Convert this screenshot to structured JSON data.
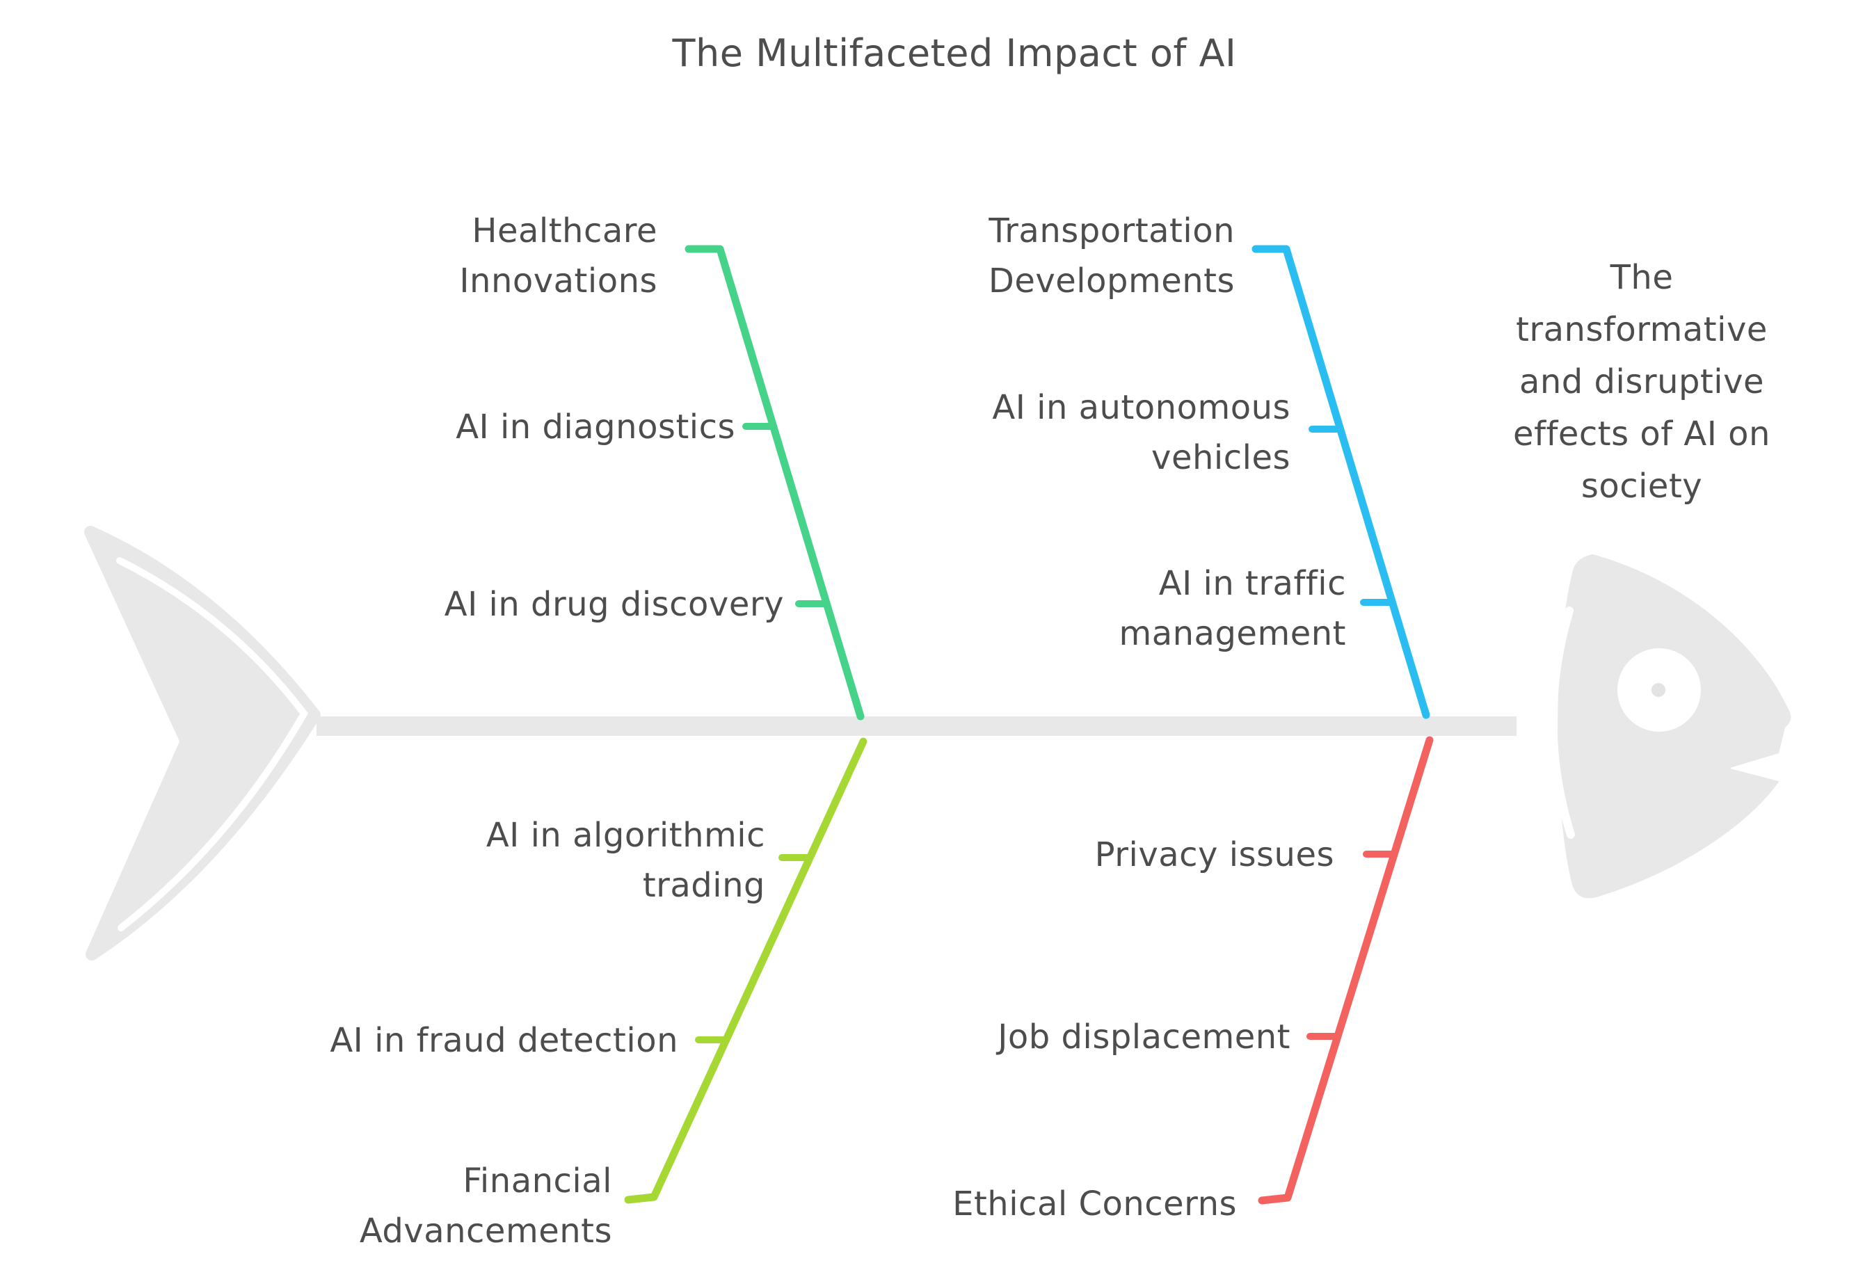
{
  "title": "The Multifaceted Impact of AI",
  "effect": {
    "text": "The transformative and disruptive effects of AI on society",
    "lines": [
      "The",
      "transformative",
      "and disruptive",
      "effects of AI on",
      "society"
    ]
  },
  "branches": [
    {
      "label": "Healthcare Innovations",
      "lines": [
        "Healthcare",
        "Innovations"
      ],
      "color": "#44d388",
      "position": "top-left",
      "items": [
        {
          "text": "AI in diagnostics",
          "lines": [
            "AI in diagnostics"
          ]
        },
        {
          "text": "AI in drug discovery",
          "lines": [
            "AI in drug discovery"
          ]
        }
      ]
    },
    {
      "label": "Transportation Developments",
      "lines": [
        "Transportation",
        "Developments"
      ],
      "color": "#29bdf2",
      "position": "top-right",
      "items": [
        {
          "text": "AI in autonomous vehicles",
          "lines": [
            "AI in autonomous",
            "vehicles"
          ]
        },
        {
          "text": "AI in traffic management",
          "lines": [
            "AI in traffic",
            "management"
          ]
        }
      ]
    },
    {
      "label": "Financial Advancements",
      "lines": [
        "Financial",
        "Advancements"
      ],
      "color": "#a6d834",
      "position": "bottom-left",
      "items": [
        {
          "text": "AI in algorithmic trading",
          "lines": [
            "AI in algorithmic",
            "trading"
          ]
        },
        {
          "text": "AI in fraud detection",
          "lines": [
            "AI in fraud detection"
          ]
        }
      ]
    },
    {
      "label": "Ethical Concerns",
      "lines": [
        "Ethical Concerns"
      ],
      "color": "#f4625f",
      "position": "bottom-right",
      "items": [
        {
          "text": "Privacy issues",
          "lines": [
            "Privacy issues"
          ]
        },
        {
          "text": "Job displacement",
          "lines": [
            "Job displacement"
          ]
        }
      ]
    }
  ],
  "colors": {
    "text": "#4d4d4d",
    "bone": "#e8e8e8",
    "background": "#ffffff",
    "healthcare": "#44d388",
    "transportation": "#29bdf2",
    "financial": "#a6d834",
    "ethical": "#f4625f"
  }
}
